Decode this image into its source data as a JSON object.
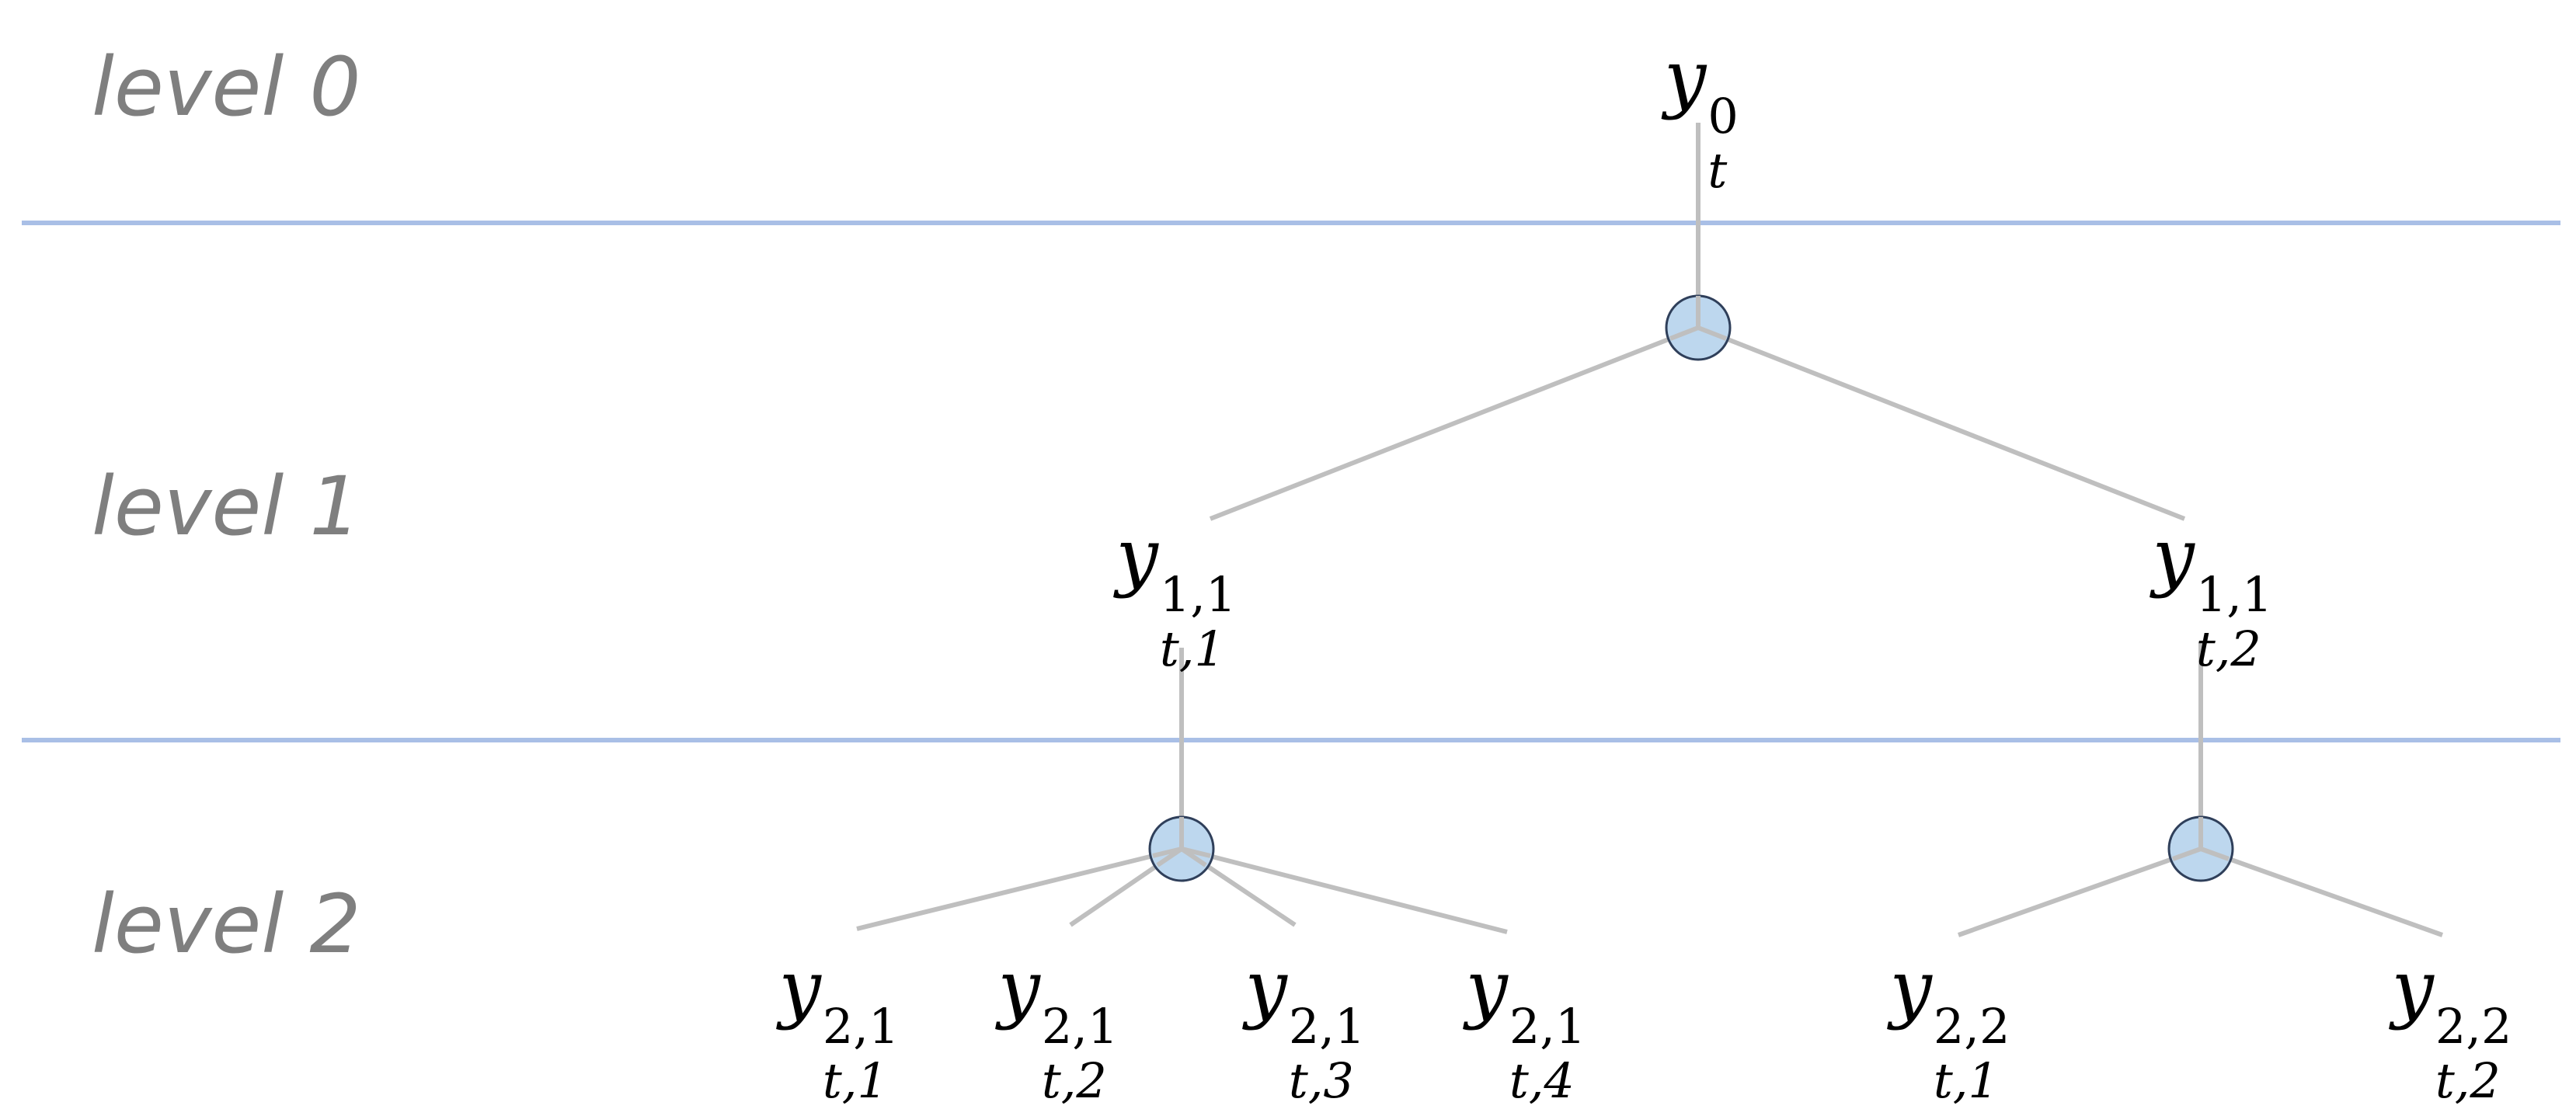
{
  "levels": [
    "level 0",
    "level 1",
    "level 2"
  ],
  "nodes": {
    "root": {
      "base": "y",
      "sup": "0",
      "sub": "t"
    },
    "l1_1": {
      "base": "y",
      "sup": "1,1",
      "sub": "t,1"
    },
    "l1_2": {
      "base": "y",
      "sup": "1,1",
      "sub": "t,2"
    },
    "l2_1": {
      "base": "y",
      "sup": "2,1",
      "sub": "t,1"
    },
    "l2_2": {
      "base": "y",
      "sup": "2,1",
      "sub": "t,2"
    },
    "l2_3": {
      "base": "y",
      "sup": "2,1",
      "sub": "t,3"
    },
    "l2_4": {
      "base": "y",
      "sup": "2,1",
      "sub": "t,4"
    },
    "l2_5": {
      "base": "y",
      "sup": "2,2",
      "sub": "t,1"
    },
    "l2_6": {
      "base": "y",
      "sup": "2,2",
      "sub": "t,2"
    }
  },
  "colors": {
    "separator": "#a9bfe6",
    "edge": "#bfbfbf",
    "junction_fill": "#bdd7ee",
    "junction_stroke": "#2f3f5a",
    "level_text": "#7f7f7f"
  }
}
